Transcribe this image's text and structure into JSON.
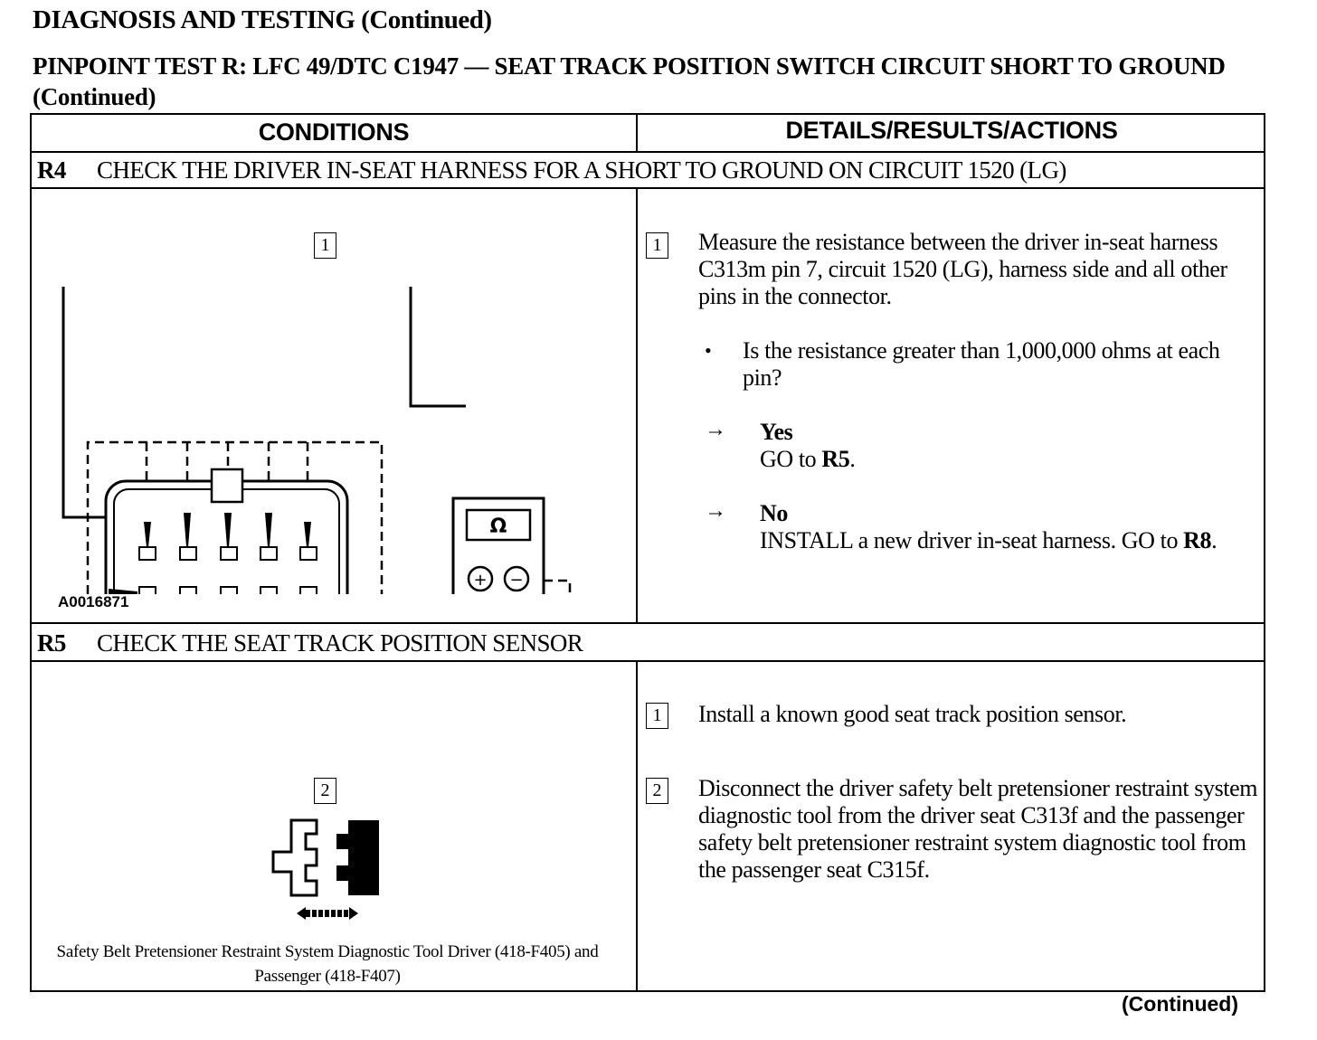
{
  "header": {
    "title": "DIAGNOSIS AND TESTING (Continued)",
    "test_title": "PINPOINT TEST R: LFC 49/DTC C1947 — SEAT TRACK POSITION SWITCH CIRCUIT SHORT TO GROUND (Continued)"
  },
  "table": {
    "col_conditions": "CONDITIONS",
    "col_details": "DETAILS/RESULTS/ACTIONS"
  },
  "r4": {
    "id": "R4",
    "title": "CHECK THE DRIVER IN-SEAT HARNESS FOR A SHORT TO GROUND ON CIRCUIT 1520 (LG)",
    "figure_step": "1",
    "meter_symbol": "Ω",
    "plus": "+",
    "minus": "−",
    "figure_id": "A0016871",
    "step1_num": "1",
    "step1_text": "Measure the resistance between the driver in-seat harness C313m pin 7, circuit 1520 (LG), harness side and all other pins in the connector.",
    "bullet": "•",
    "question": "Is the resistance greater than 1,000,000 ohms at each pin?",
    "arrow": "→",
    "yes_label": "Yes",
    "yes_action_prefix": "GO to ",
    "yes_action_ref": "R5",
    "yes_action_suffix": ".",
    "no_label": "No",
    "no_action_prefix": "INSTALL a new driver in-seat harness. GO to ",
    "no_action_ref": "R8",
    "no_action_suffix": "."
  },
  "r5": {
    "id": "R5",
    "title": "CHECK THE SEAT TRACK POSITION SENSOR",
    "figure_step": "2",
    "caption": "Safety Belt Pretensioner Restraint System Diagnostic Tool Driver (418-F405) and Passenger (418-F407)",
    "step1_num": "1",
    "step1_text": "Install a known good seat track position sensor.",
    "step2_num": "2",
    "step2_text": "Disconnect the driver safety belt pretensioner restraint system diagnostic tool from the driver seat C313f and the passenger safety belt pretensioner restraint system diagnostic tool from the passenger seat C315f."
  },
  "footer": {
    "continued": "(Continued)"
  }
}
